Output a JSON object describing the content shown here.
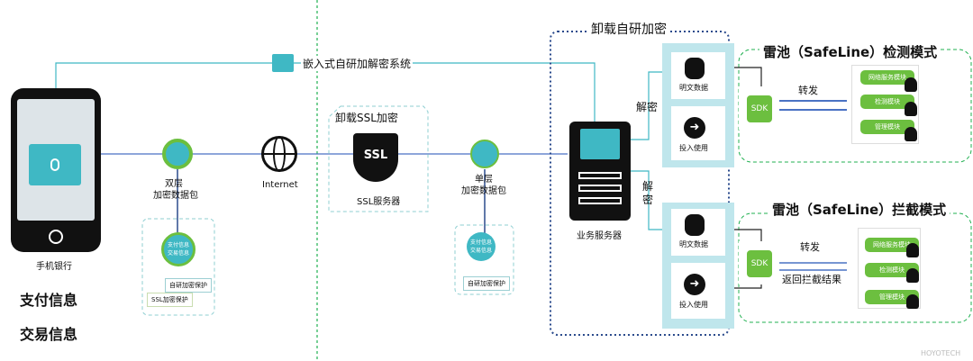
{
  "phone": {
    "label": "手机银行",
    "info": [
      "支付信息",
      "交易信息"
    ]
  },
  "embedded_system": {
    "label": "嵌入式自研加解密系统"
  },
  "double_packet": {
    "line1": "双层",
    "line2": "加密数据包",
    "bubble": [
      "支付信息",
      "交易信息"
    ],
    "protect": [
      "自研加密保护",
      "SSL加密保护"
    ]
  },
  "internet": {
    "label": "Internet"
  },
  "ssl": {
    "title": "卸载SSL加密",
    "icon_text": "SSL",
    "label": "SSL服务器"
  },
  "single_packet": {
    "line1": "单层",
    "line2": "加密数据包",
    "bubble": [
      "支付信息",
      "交易信息"
    ],
    "protect": "自研加密保护"
  },
  "server": {
    "label": "业务服务器"
  },
  "unload": {
    "title": "卸载自研加密",
    "decrypt": "解密"
  },
  "flow": {
    "plain": "明文数据",
    "use": "投入使用"
  },
  "detect": {
    "title": "雷池（SafeLine）检测模式",
    "forward": "转发"
  },
  "block": {
    "title": "雷池（SafeLine）拦截模式",
    "forward": "转发",
    "result": "返回拦截结果"
  },
  "sdk": "SDK",
  "modules": [
    "网络服务模块",
    "检测模块",
    "管理模块"
  ],
  "watermark": "HOYOTECH",
  "colors": {
    "teal": "#3fb8c4",
    "green": "#6cbf3f",
    "blue": "#4a72c4",
    "navy": "#2a4a8c"
  }
}
